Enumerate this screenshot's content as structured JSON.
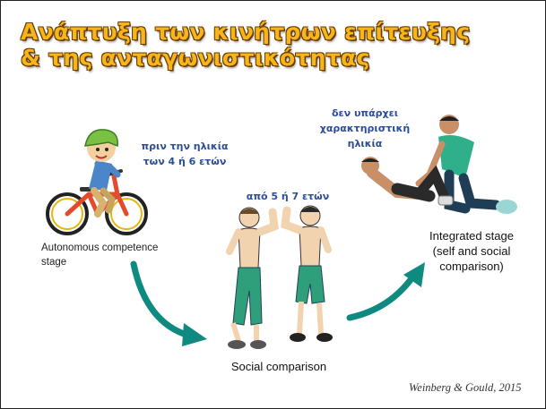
{
  "title": {
    "line1": "Ανάπτυξη των κινήτρων επίτευξης",
    "line2": "& της ανταγωνιστικότητας"
  },
  "stages": {
    "autonomous": {
      "age": [
        "πριν την ηλικία",
        "των 4 ή 6 ετών"
      ],
      "label": [
        "Autonomous competence",
        "stage"
      ]
    },
    "social": {
      "age": "από 5 ή 7 ετών",
      "label": "Social comparison"
    },
    "integrated": {
      "age": [
        "δεν υπάρχει",
        "χαρακτηριστική",
        "ηλικία"
      ],
      "label": [
        "Integrated stage",
        "(self and social comparison)"
      ]
    }
  },
  "citation": "Weinberg & Gould, 2015",
  "colors": {
    "title": "#f6b519",
    "title_outline": "#6a3b00",
    "age_text": "#2c4e9a",
    "arrow": "#0e8a80"
  },
  "icons": [
    "child-on-bicycle-illustration",
    "two-boys-flexing-illustration",
    "sit-up-partner-illustration",
    "curved-arrow"
  ]
}
